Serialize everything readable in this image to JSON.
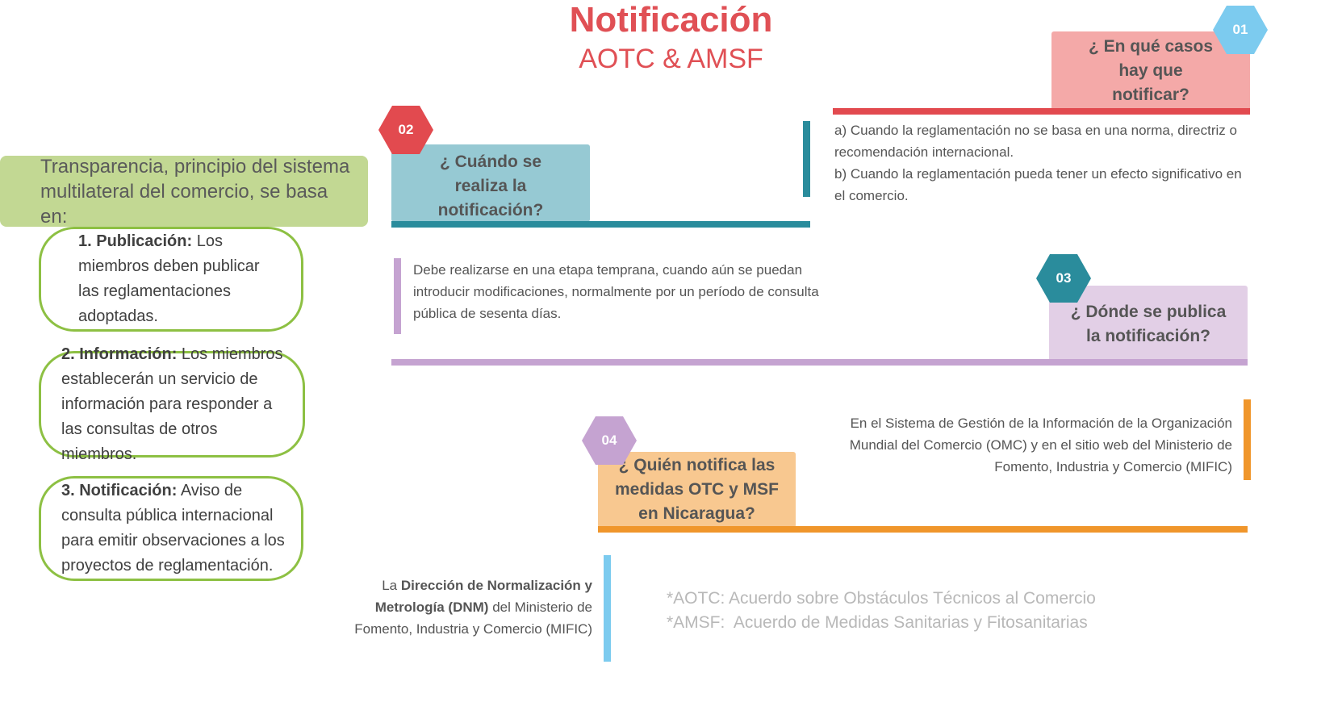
{
  "header": {
    "title": "Notificación",
    "subtitle": "AOTC & AMSF"
  },
  "intro": {
    "text": "Transparencia, principio del sistema multilateral del comercio, se basa en:",
    "items": [
      {
        "bold": "1. Publicación:",
        "text": " Los miembros deben publicar las reglamentaciones adoptadas."
      },
      {
        "bold": "2. Información:",
        "text": " Los miembros establecerán un servicio de información para responder a las consultas de otros miembros."
      },
      {
        "bold": "3. Notificación:",
        "text": " Aviso de consulta pública internacional para emitir observaciones a los proyectos de reglamentación."
      }
    ]
  },
  "steps": [
    {
      "number": "01",
      "question": "¿ En qué casos hay que notificar?",
      "answer_a": "a) Cuando la reglamentación no se basa en una norma, directriz o recomendación internacional.",
      "answer_b": "b) Cuando la reglamentación pueda tener un efecto significativo en el comercio."
    },
    {
      "number": "02",
      "question": "¿ Cuándo se realiza la notificación?",
      "answer": "Debe realizarse en una etapa temprana, cuando aún se puedan introducir modificaciones, normalmente por un período de consulta pública de sesenta días."
    },
    {
      "number": "03",
      "question": "¿ Dónde se publica la notificación?",
      "answer": "En el Sistema de Gestión de la Información de la Organización Mundial del Comercio (OMC) y en el sitio web del Ministerio de Fomento, Industria y Comercio (MIFIC)"
    },
    {
      "number": "04",
      "question": "¿ Quién notifica las medidas OTC y MSF en Nicaragua?",
      "answer_prefix": "La ",
      "answer_bold": "Dirección de Normalización y Metrología (DNM)",
      "answer_suffix": " del Ministerio de Fomento, Industria y Comercio (MIFIC)"
    }
  ],
  "notes": [
    "*AOTC: Acuerdo sobre Obstáculos Técnicos al Comercio",
    "*AMSF:  Acuerdo de Medidas Sanitarias y Fitosanitarias"
  ],
  "colors": {
    "title": "#e05055",
    "step1": "#e24a4f",
    "step1_box": "#f4a9a8",
    "step2": "#e24a4f",
    "step2_box": "#96c9d3",
    "step2_line": "#2a8c9c",
    "step3": "#2a8c9c",
    "step3_box": "#e2cfe6",
    "step3_line": "#c5a3d1",
    "step4": "#c5a3d1",
    "step4_box": "#f8c890",
    "step4_line": "#f0962b",
    "step4_vline": "#7ccbef",
    "step1_hex": "#7ccbef",
    "intro_box": "#c2d893",
    "pill_border": "#8dc043"
  }
}
